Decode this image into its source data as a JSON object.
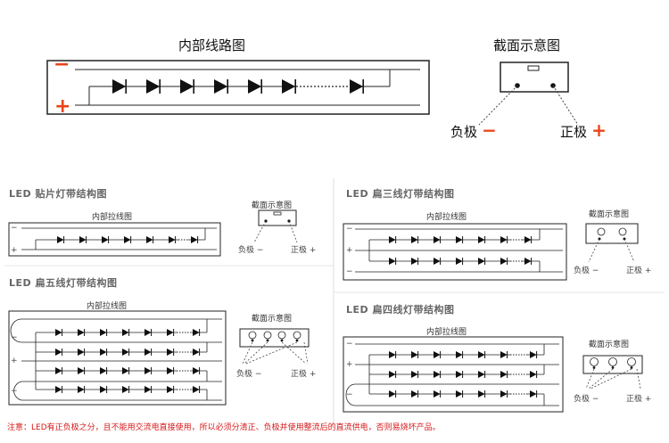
{
  "top": {
    "title": "内部线路图",
    "cross_title": "截面示意图",
    "minus_sign": "−",
    "plus_sign": "+",
    "neg_label": "负极",
    "pos_label": "正极"
  },
  "sections": [
    {
      "title": "LED 贴片灯带结构图",
      "inner": "内部拉线图",
      "cross": "截面示意图",
      "neg": "负极 −",
      "pos": "正极 +"
    },
    {
      "title": "LED 扁三线灯带结构图",
      "inner": "内部拉线图",
      "cross": "截面示意图",
      "neg": "负极 −",
      "pos": "正极 +"
    },
    {
      "title": "LED 扁五线灯带结构图",
      "inner": "内部拉线图",
      "cross": "截面示意图",
      "neg": "负极 −",
      "pos": "正极 +"
    },
    {
      "title": "LED 扁四线灯带结构图",
      "inner": "内部拉线图",
      "cross": "截面示意图",
      "neg": "负极 −",
      "pos": "正极 +"
    }
  ],
  "marks": {
    "minus": "−",
    "plus": "+"
  },
  "note": "注意：LED有正负极之分，且不能用交流电直接使用，所以必须分清正、负极并使用整流后的直流供电，否则易烧坏产品。",
  "colors": {
    "accent": "#e8441a",
    "note": "#d61818",
    "line": "#222222"
  }
}
